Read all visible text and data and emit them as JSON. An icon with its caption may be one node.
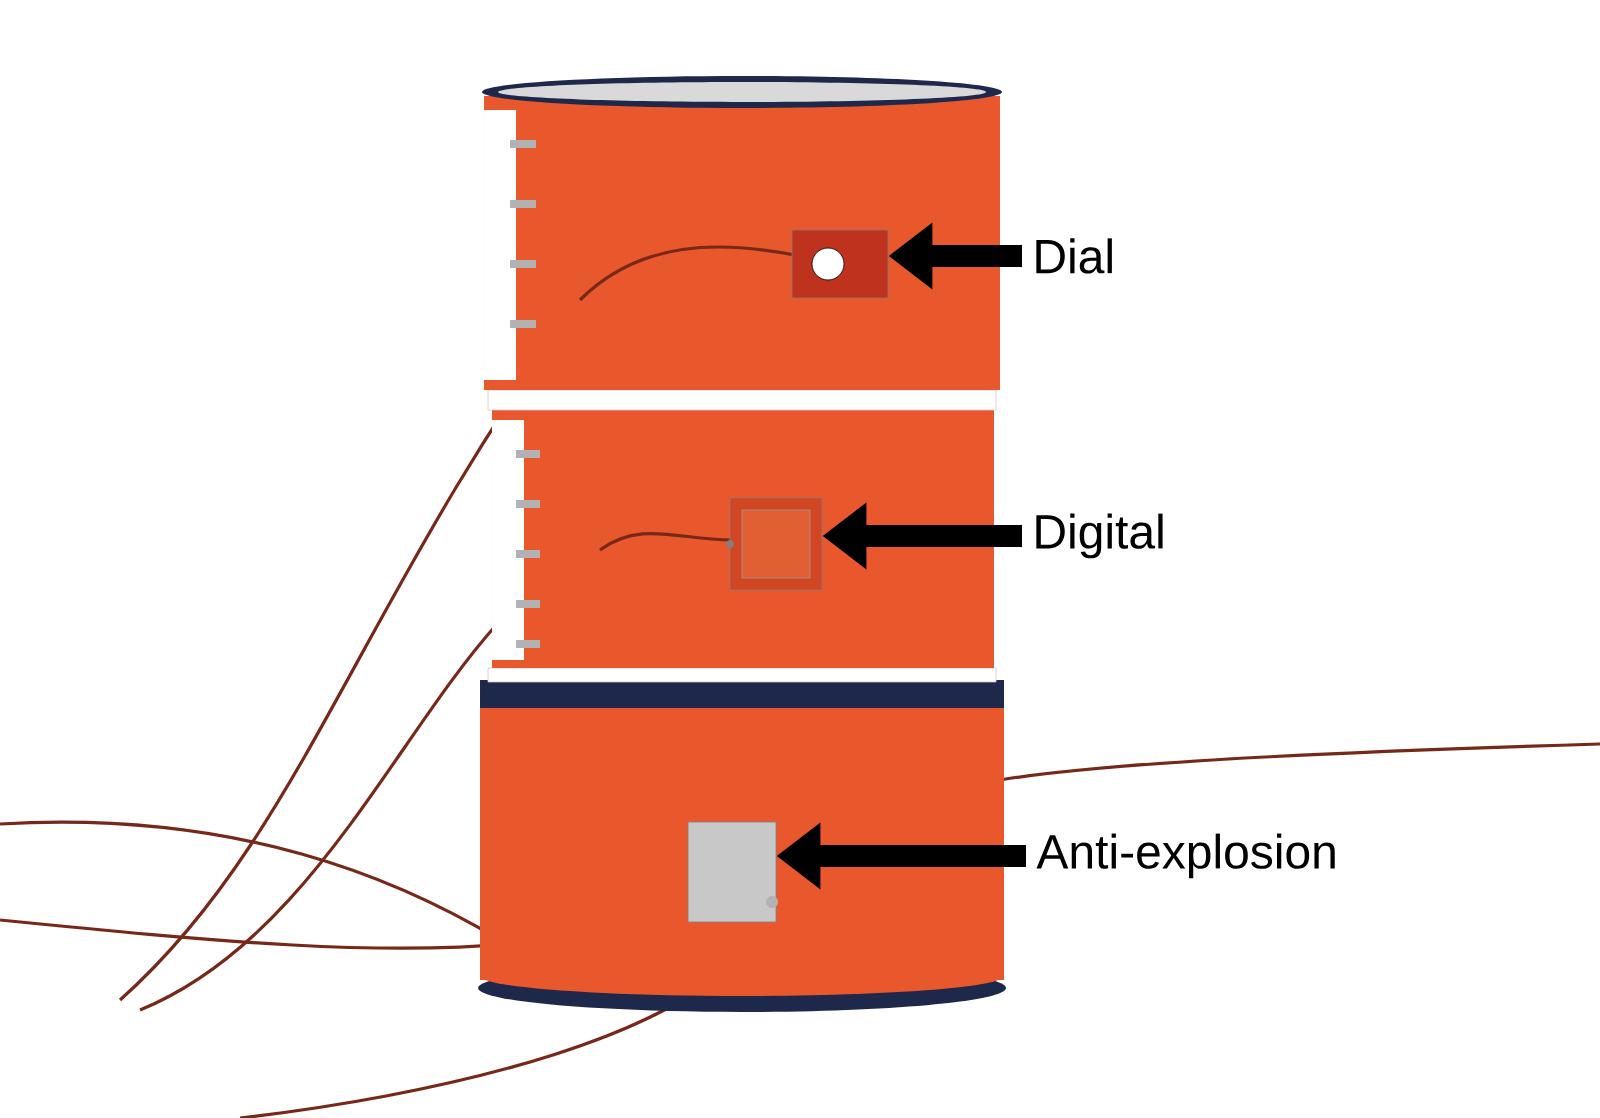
{
  "diagram": {
    "nodes": [
      {
        "text": [
          "Dial"
        ]
      },
      {
        "text": [
          "Digital"
        ]
      },
      {
        "text": [
          "Anti-explosion"
        ]
      },
      {
        "text": [],
        "shape": "picture"
      },
      {
        "text": [],
        "shape": "picture"
      },
      {
        "text": [],
        "shape": "picture"
      }
    ],
    "edges": [
      {
        "from": 0,
        "to": 3,
        "arrow": "to"
      },
      {
        "from": 1,
        "to": 4,
        "arrow": "to"
      },
      {
        "from": 2,
        "to": 5,
        "arrow": "to"
      }
    ]
  }
}
